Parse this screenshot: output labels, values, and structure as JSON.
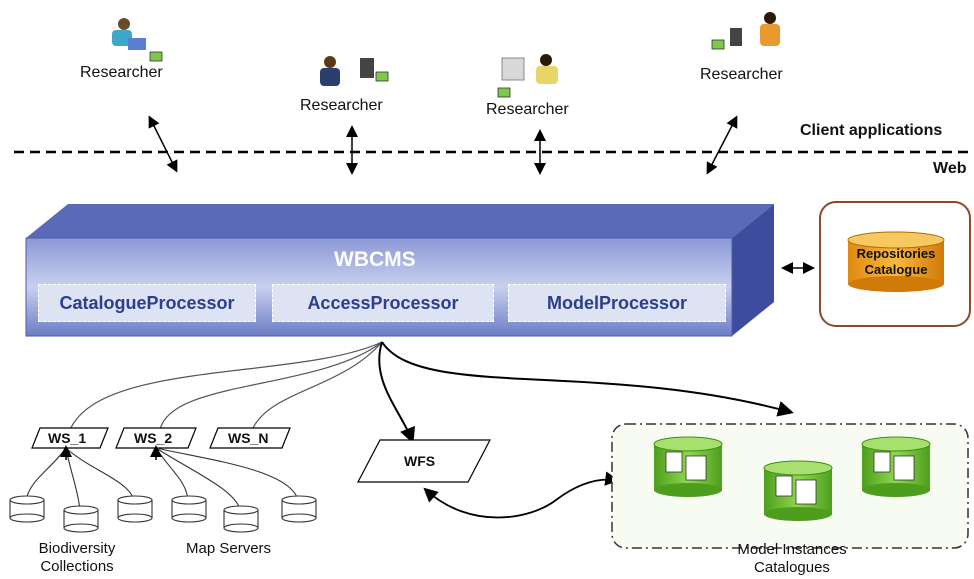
{
  "researchers": [
    "Researcher",
    "Researcher",
    "Researcher",
    "Researcher"
  ],
  "layers": {
    "client": "Client applications",
    "web": "Web"
  },
  "wbcms": {
    "title": "WBCMS",
    "processors": [
      "CatalogueProcessor",
      "AccessProcessor",
      "ModelProcessor"
    ]
  },
  "repositories": "Repositories Catalogue",
  "web_services": [
    "WS_1",
    "WS_2",
    "WS_N"
  ],
  "wfs": "WFS",
  "bottom_labels": {
    "biodiversity": "Biodiversity Collections",
    "map_servers": "Map Servers",
    "model_instances": "Model Instances Catalogues"
  },
  "colors": {
    "wbcms_front": "#6b7cc6",
    "wbcms_top": "#5a6ab8",
    "wbcms_side": "#3e4c9e",
    "repo_border": "#8b4a2a",
    "repo_cylinder": "#f0a020",
    "db_green": "#66bb2e"
  }
}
